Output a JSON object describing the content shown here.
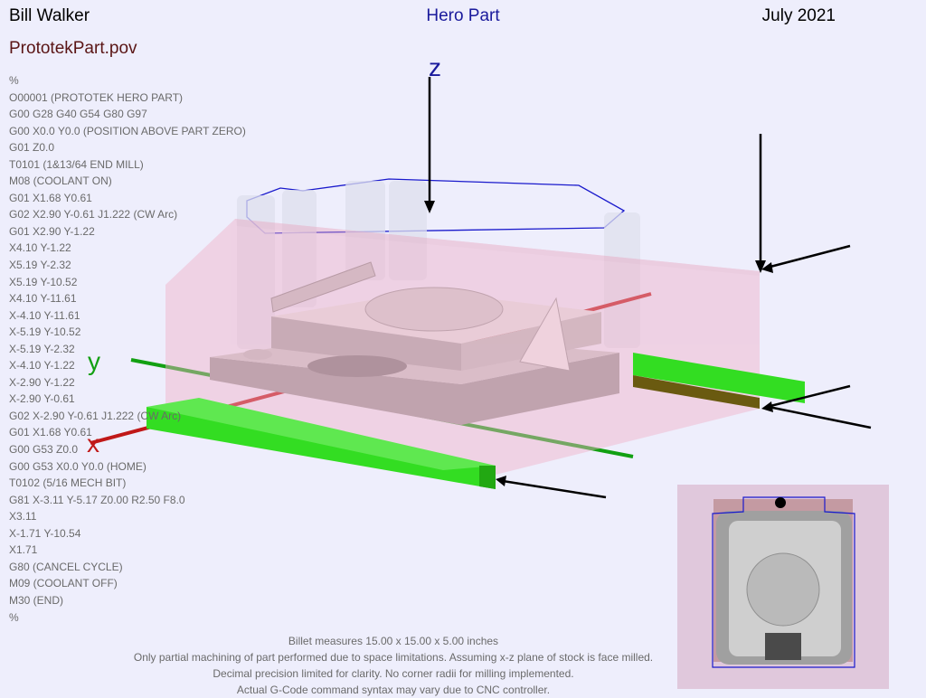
{
  "header": {
    "author": "Bill Walker",
    "title": "Hero Part",
    "date": "July 2021",
    "filename": "PrototekPart.pov"
  },
  "gcode_lines": [
    "%",
    "O00001 (PROTOTEK HERO PART)",
    "G00 G28 G40 G54 G80 G97",
    "G00 X0.0 Y0.0 (POSITION ABOVE PART ZERO)",
    "G01 Z0.0",
    "T0101 (1&13/64 END MILL)",
    "M08 (COOLANT ON)",
    "G01 X1.68 Y0.61",
    "G02 X2.90 Y-0.61 J1.222 (CW Arc)",
    "G01 X2.90 Y-1.22",
    "X4.10 Y-1.22",
    "X5.19 Y-2.32",
    "X5.19 Y-10.52",
    "X4.10 Y-11.61",
    "X-4.10 Y-11.61",
    "X-5.19 Y-10.52",
    "X-5.19 Y-2.32",
    "X-4.10 Y-1.22",
    "X-2.90 Y-1.22",
    "X-2.90 Y-0.61",
    "G02 X-2.90 Y-0.61 J1.222 (CW Arc)",
    "G01 X1.68 Y0.61",
    "G00 G53 Z0.0",
    "G00 G53 X0.0 Y0.0 (HOME)",
    "T0102 (5/16 MECH BIT)",
    "G81 X-3.11 Y-5.17 Z0.00 R2.50 F8.0",
    "X3.11",
    "X-1.71 Y-10.54",
    "X1.71",
    "G80 (CANCEL CYCLE)",
    "M09 (COOLANT OFF)",
    "M30 (END)",
    "%"
  ],
  "axes": {
    "x": "x",
    "y": "y",
    "z": "z"
  },
  "notes": [
    "Billet measures 15.00 x 15.00 x 5.00 inches",
    "Only partial machining of part performed due to space limitations. Assuming x-z plane of stock is face milled.",
    "Decimal precision limited for clarity.  No corner radii for milling implemented.",
    "Actual G-Code command syntax may vary due to CNC controller."
  ],
  "colors": {
    "x_axis": "#c01818",
    "y_axis": "#12a012",
    "z_axis": "#1a1a9c",
    "stock": "#f0b0c8",
    "fixture": "#33dd22",
    "toolpath": "#1a1acc",
    "part": "#d8d8d8"
  }
}
